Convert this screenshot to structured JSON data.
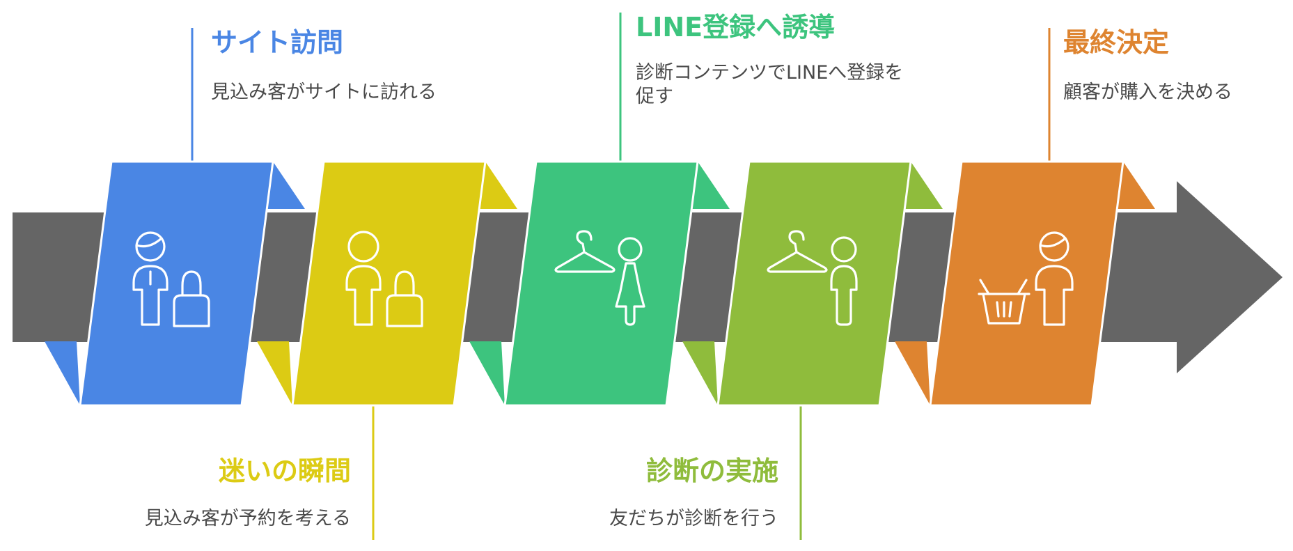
{
  "colors": {
    "arrow": "#656565",
    "stroke": "#ffffff"
  },
  "stages": [
    {
      "title": "サイト訪問",
      "description": "見込み客がサイトに訪れる",
      "color": "#4a86e4",
      "color_dark": "#3a6fc4",
      "icon": "shopper-with-bag-icon"
    },
    {
      "title": "迷いの瞬間",
      "description": "見込み客が予約を考える",
      "color": "#dccb14",
      "color_dark": "#c2b20c",
      "icon": "person-with-bag-icon"
    },
    {
      "title": "LINE登録へ誘導",
      "description": "診断コンテンツでLINEへ登録を促す",
      "color": "#3dc47e",
      "color_dark": "#2faa6a",
      "icon": "hanger-person-icon"
    },
    {
      "title": "診断の実施",
      "description": "友だちが診断を行う",
      "color": "#8fbc3c",
      "color_dark": "#7aa52e",
      "icon": "hanger-person-icon"
    },
    {
      "title": "最終決定",
      "description": "顧客が購入を決める",
      "color": "#de8430",
      "color_dark": "#c87122",
      "icon": "shopper-with-basket-icon"
    }
  ]
}
